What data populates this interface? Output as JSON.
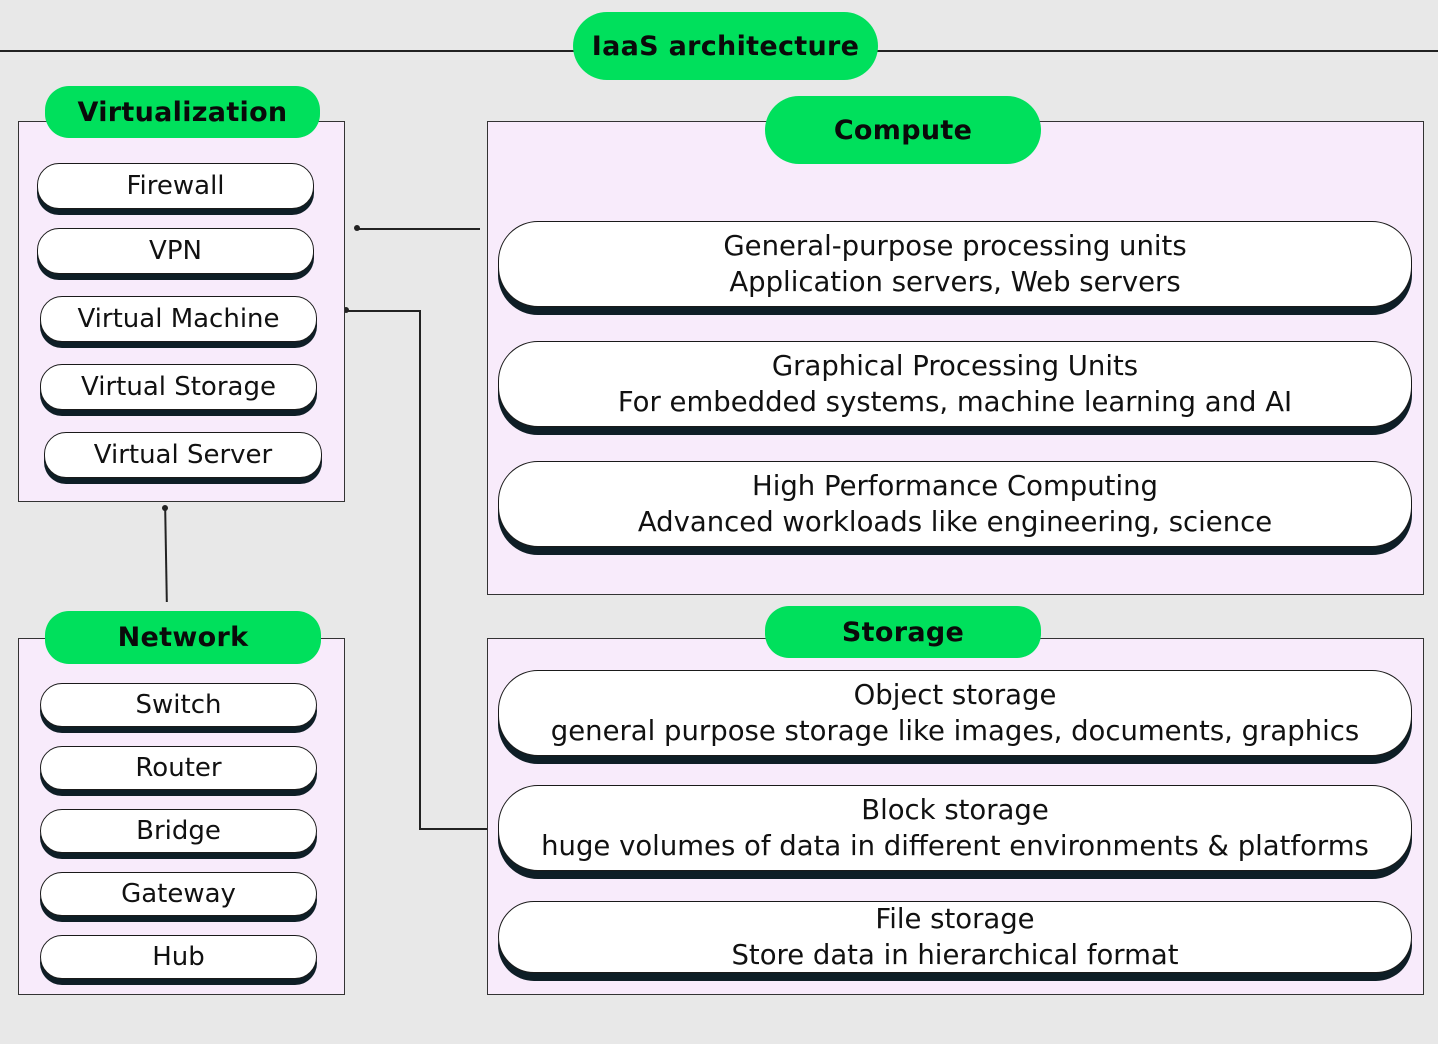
{
  "title": "IaaS architecture",
  "virtualization": {
    "label": "Virtualization",
    "items": [
      "Firewall",
      "VPN",
      "Virtual Machine",
      "Virtual Storage",
      "Virtual Server"
    ]
  },
  "network": {
    "label": "Network",
    "items": [
      "Switch",
      "Router",
      "Bridge",
      "Gateway",
      "Hub"
    ]
  },
  "compute": {
    "label": "Compute",
    "items": [
      {
        "title": "General-purpose processing units",
        "desc": "Application servers, Web servers"
      },
      {
        "title": "Graphical Processing Units",
        "desc": "For embedded systems, machine learning and AI"
      },
      {
        "title": "High Performance Computing",
        "desc": "Advanced workloads like engineering, science"
      }
    ]
  },
  "storage": {
    "label": "Storage",
    "items": [
      {
        "title": "Object storage",
        "desc": "general purpose storage like images, documents, graphics"
      },
      {
        "title": "Block storage",
        "desc": "huge volumes of data in different environments & platforms"
      },
      {
        "title": "File storage",
        "desc": "Store data in hierarchical format"
      }
    ]
  },
  "colors": {
    "accent": "#00e05c",
    "panel": "#f8ebfb",
    "shadow": "#0e1e26",
    "background": "#e8e8e8"
  }
}
